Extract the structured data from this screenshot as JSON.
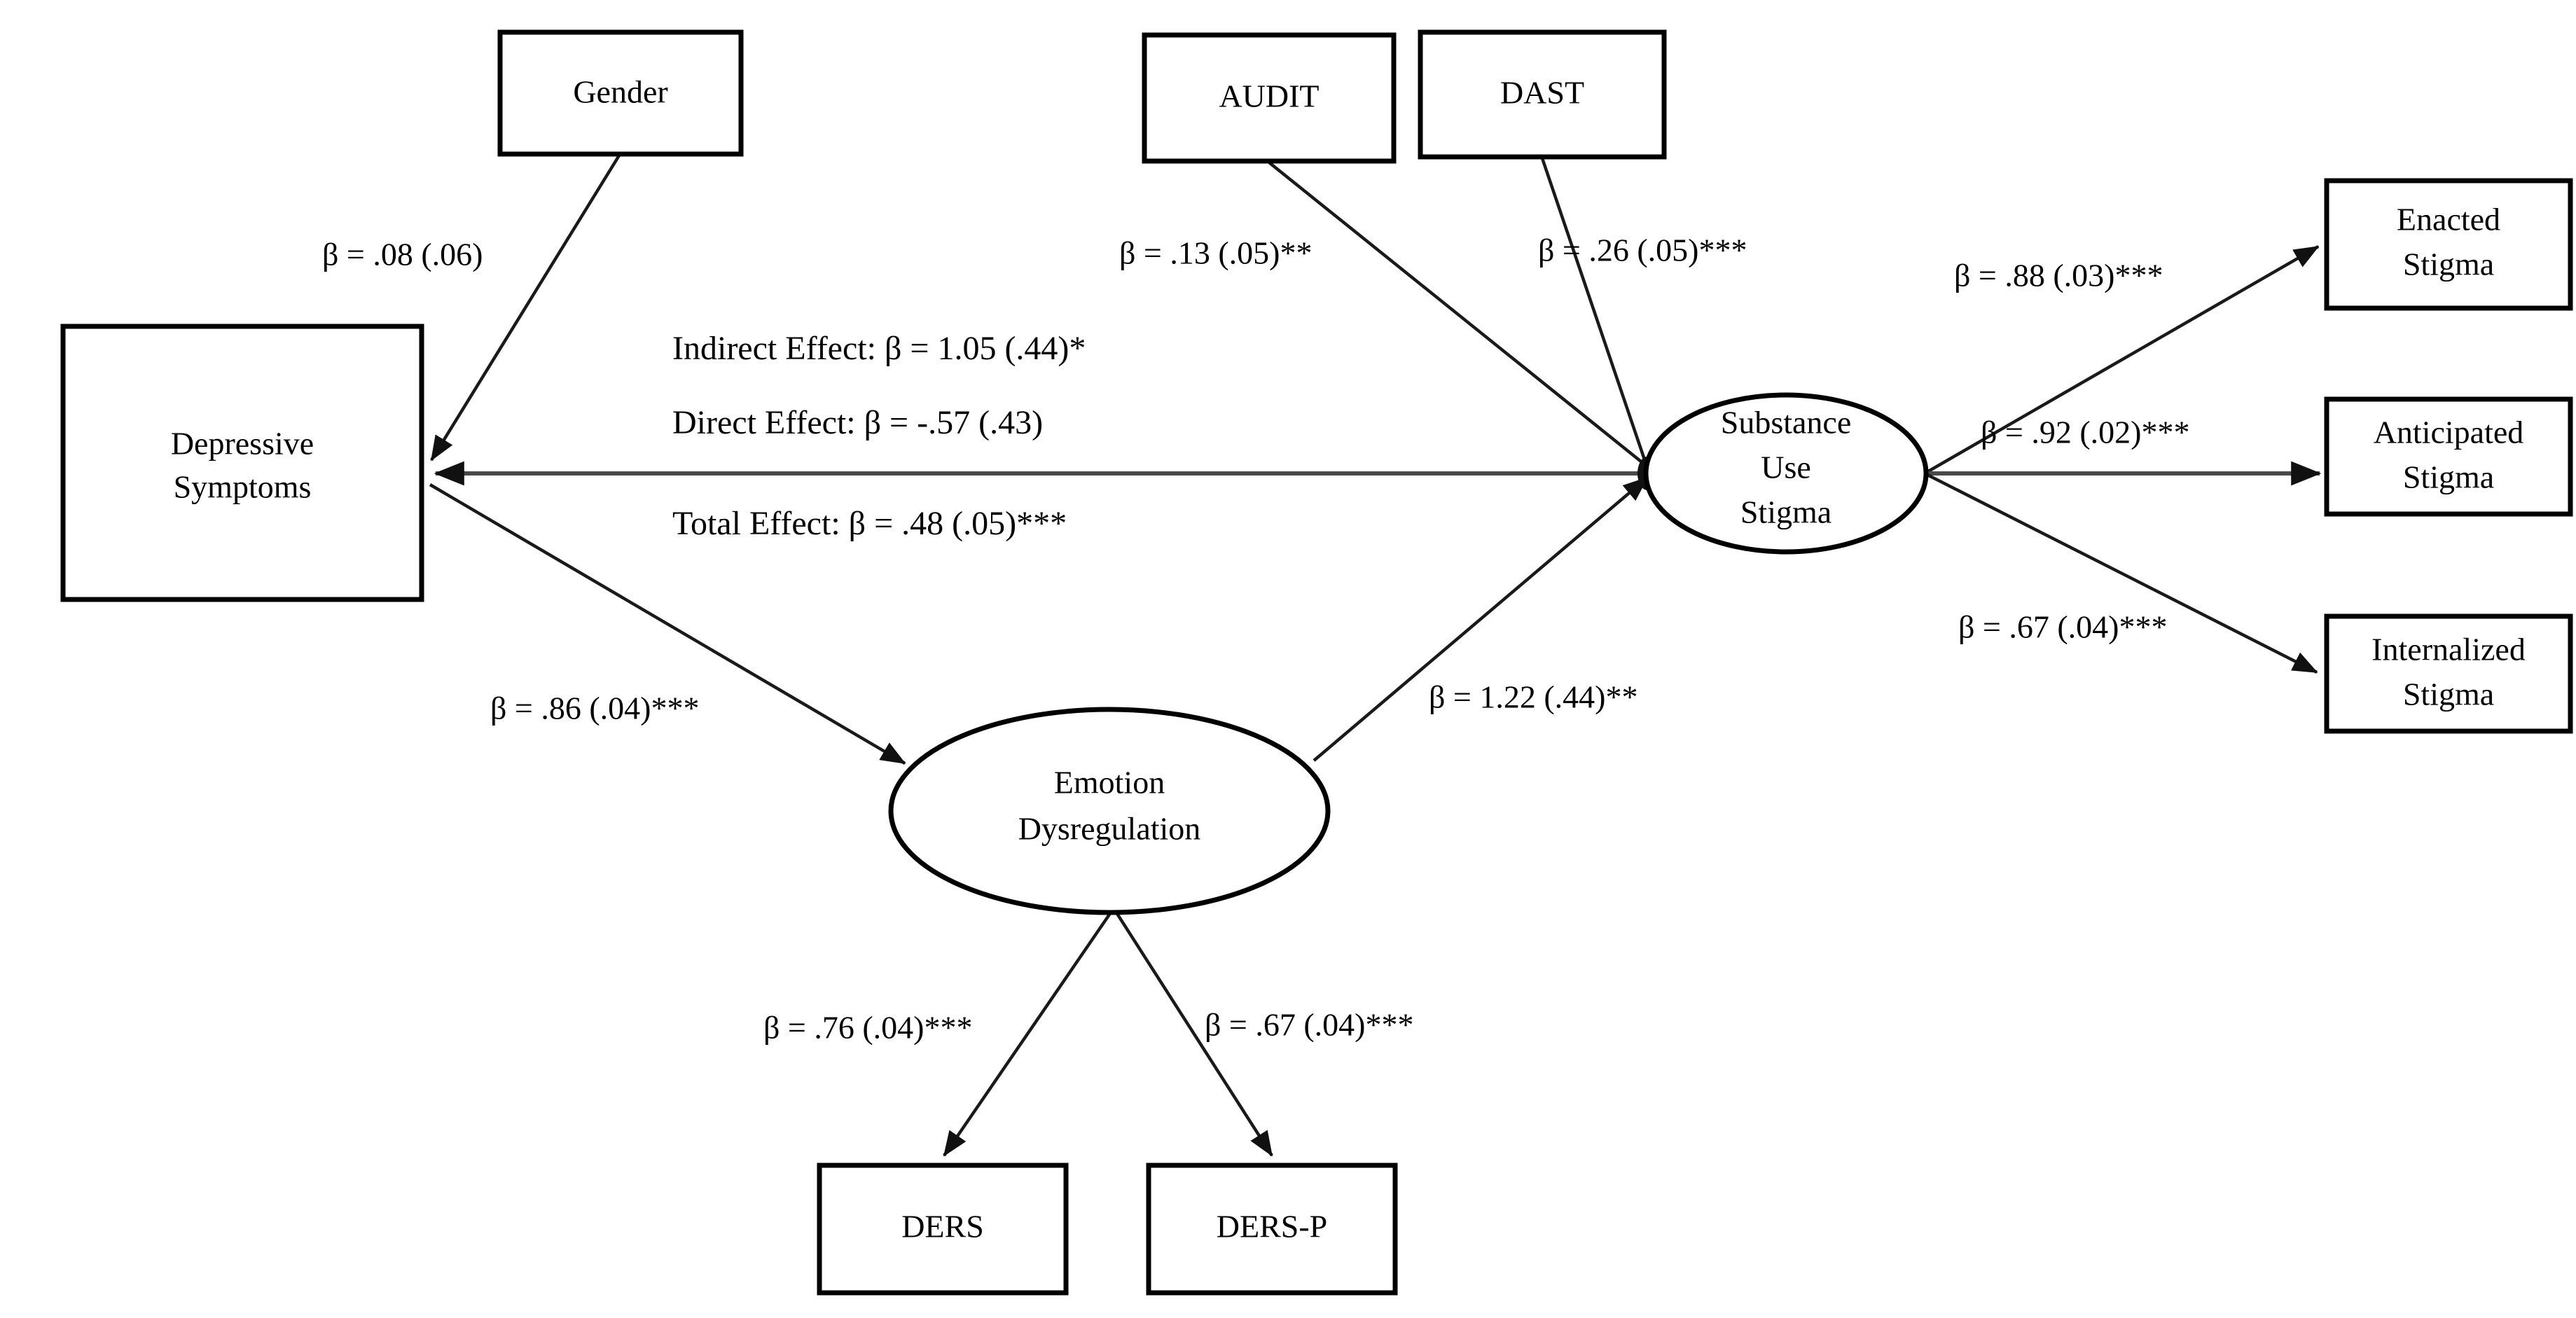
{
  "figure": {
    "type": "structural-equation-model-path-diagram",
    "background_color": "#ffffff",
    "line_color": "#1a1a1a",
    "text_color": "#000000"
  },
  "nodes": {
    "gender": "Gender",
    "audit": "AUDIT",
    "dast": "DAST",
    "depressive_symptoms_line1": "Depressive",
    "depressive_symptoms_line2": "Symptoms",
    "substance_use_stigma_line1": "Substance",
    "substance_use_stigma_line2": "Use",
    "substance_use_stigma_line3": "Stigma",
    "emotion_dysregulation_line1": "Emotion",
    "emotion_dysregulation_line2": "Dysregulation",
    "enacted_stigma_line1": "Enacted",
    "enacted_stigma_line2": "Stigma",
    "anticipated_stigma_line1": "Anticipated",
    "anticipated_stigma_line2": "Stigma",
    "internalized_stigma_line1": "Internalized",
    "internalized_stigma_line2": "Stigma",
    "ders": "DERS",
    "ders_p": "DERS-P"
  },
  "path_coefficients": {
    "gender_to_depressive": "β = .08 (.06)",
    "audit_to_stigma": "β = .13 (.05)**",
    "dast_to_stigma": "β = .26 (.05)***",
    "stigma_to_enacted": "β = .88 (.03)***",
    "stigma_to_anticipated": "β = .92 (.02)***",
    "stigma_to_internalized": "β = .67 (.04)***",
    "depressive_to_emotion": "β = .86 (.04)***",
    "emotion_to_stigma": "β = 1.22 (.44)**",
    "emotion_to_ders": "β = .76 (.04)***",
    "emotion_to_ders_p": "β = .67 (.04)***"
  },
  "effects": {
    "indirect": "Indirect Effect: β = 1.05 (.44)*",
    "direct": "Direct Effect: β = -.57 (.43)",
    "total": "Total Effect: β = .48 (.05)***"
  },
  "chart_data": {
    "type": "diagram",
    "title": "",
    "observed_variables": [
      "Gender",
      "AUDIT",
      "DAST",
      "Depressive Symptoms",
      "Enacted Stigma",
      "Anticipated Stigma",
      "Internalized Stigma",
      "DERS",
      "DERS-P"
    ],
    "latent_variables": [
      "Substance Use Stigma",
      "Emotion Dysregulation"
    ],
    "paths": [
      {
        "from": "Gender",
        "to": "Depressive Symptoms",
        "beta": 0.08,
        "se": 0.06,
        "sig": ""
      },
      {
        "from": "AUDIT",
        "to": "Substance Use Stigma",
        "beta": 0.13,
        "se": 0.05,
        "sig": "**"
      },
      {
        "from": "DAST",
        "to": "Substance Use Stigma",
        "beta": 0.26,
        "se": 0.05,
        "sig": "***"
      },
      {
        "from": "Substance Use Stigma",
        "to": "Enacted Stigma",
        "beta": 0.88,
        "se": 0.03,
        "sig": "***"
      },
      {
        "from": "Substance Use Stigma",
        "to": "Anticipated Stigma",
        "beta": 0.92,
        "se": 0.02,
        "sig": "***"
      },
      {
        "from": "Substance Use Stigma",
        "to": "Internalized Stigma",
        "beta": 0.67,
        "se": 0.04,
        "sig": "***"
      },
      {
        "from": "Depressive Symptoms",
        "to": "Emotion Dysregulation",
        "beta": 0.86,
        "se": 0.04,
        "sig": "***"
      },
      {
        "from": "Emotion Dysregulation",
        "to": "Substance Use Stigma",
        "beta": 1.22,
        "se": 0.44,
        "sig": "**"
      },
      {
        "from": "Emotion Dysregulation",
        "to": "DERS",
        "beta": 0.76,
        "se": 0.04,
        "sig": "***"
      },
      {
        "from": "Emotion Dysregulation",
        "to": "DERS-P",
        "beta": 0.67,
        "se": 0.04,
        "sig": "***"
      },
      {
        "from": "Substance Use Stigma",
        "to": "Depressive Symptoms",
        "beta": 0.48,
        "se": 0.05,
        "sig": "***",
        "label": "Total Effect"
      }
    ],
    "effects_summary": [
      {
        "name": "Indirect Effect",
        "beta": 1.05,
        "se": 0.44,
        "sig": "*"
      },
      {
        "name": "Direct Effect",
        "beta": -0.57,
        "se": 0.43,
        "sig": ""
      },
      {
        "name": "Total Effect",
        "beta": 0.48,
        "se": 0.05,
        "sig": "***"
      }
    ]
  }
}
